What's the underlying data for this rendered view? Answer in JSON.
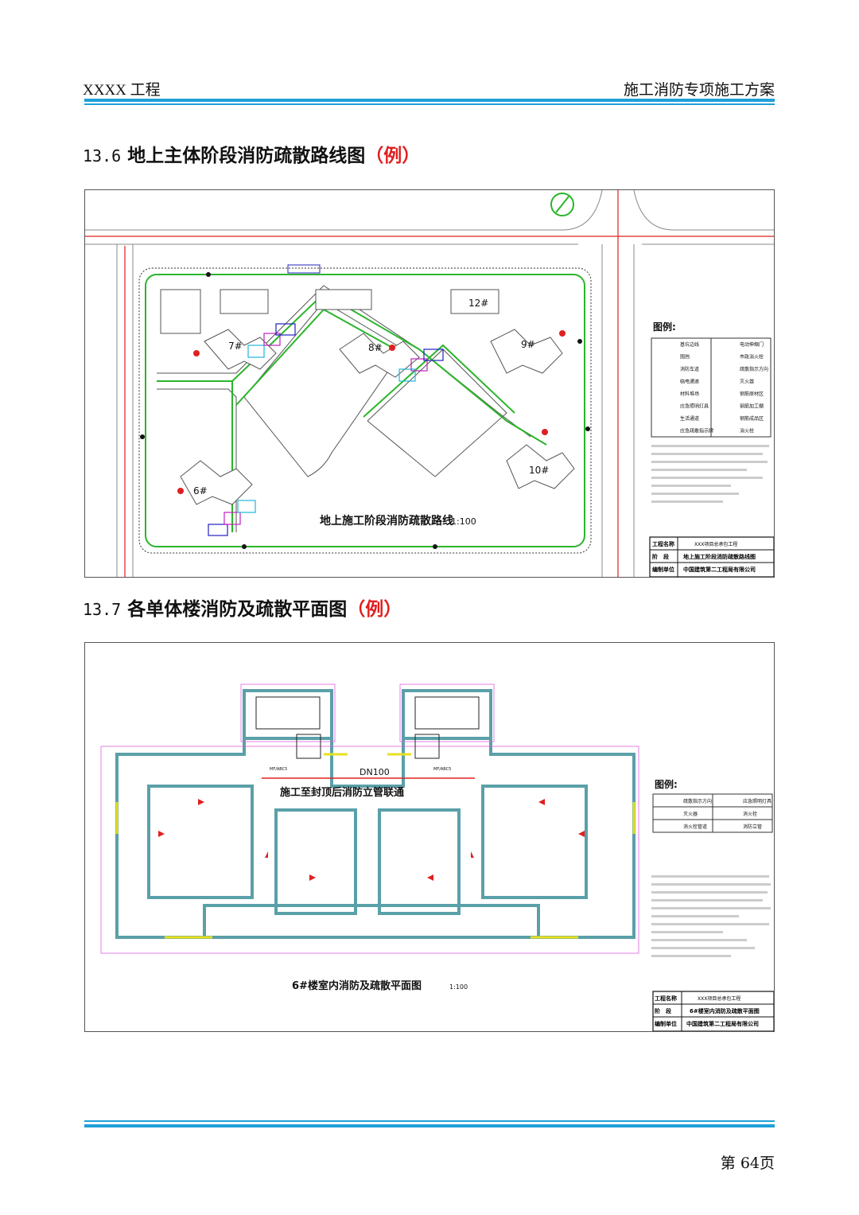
{
  "header": {
    "left": "XXXX 工程",
    "right": "施工消防专项施工方案"
  },
  "sections": [
    {
      "number": "13.6",
      "title": "地上主体阶段消防疏散路线图",
      "example": "（例）"
    },
    {
      "number": "13.7",
      "title": "各单体楼消防及疏散平面图",
      "example": "（例）"
    }
  ],
  "figure1": {
    "plan_title": "地上施工阶段消防疏散路线",
    "scale": "1:100",
    "buildings": [
      "7#",
      "8#",
      "9#",
      "12#",
      "6#",
      "10#"
    ],
    "legend_title": "图例:",
    "legend_items": [
      "基坑边线",
      "电动伸缩门",
      "围挡",
      "市政消火栓",
      "消防车道",
      "疏散指示方向",
      "临电通道",
      "灭火器",
      "材料堆场",
      "钢筋原材区",
      "应急照明灯具",
      "钢筋加工棚",
      "生活通道",
      "钢筋成品区",
      "应急疏散指示牌",
      "消火栓"
    ],
    "title_block": [
      {
        "label": "工程名称",
        "value": "XXX项目总承包工程"
      },
      {
        "label": "阶　段",
        "value": "地上施工阶段消防疏散路线图"
      },
      {
        "label": "编制单位",
        "value": "中国建筑第二工程局有限公司"
      }
    ]
  },
  "figure2": {
    "plan_title": "6#楼室内消防及疏散平面图",
    "scale": "1:100",
    "pipe_label": "DN100",
    "pipe_note": "施工至封顶后消防立管联通",
    "extinguisher_label": "MF/ABC5",
    "legend_title": "图例:",
    "legend_items": [
      "疏散指示方向",
      "应急照明灯具",
      "灭火器",
      "消火栓",
      "消火栓管道",
      "消防立管"
    ],
    "title_block": [
      {
        "label": "工程名称",
        "value": "XXX项目总承包工程"
      },
      {
        "label": "阶　段",
        "value": "6#楼室内消防及疏散平面图"
      },
      {
        "label": "编制单位",
        "value": "中国建筑第二工程局有限公司"
      }
    ]
  },
  "footer": {
    "page": "第 64页"
  }
}
